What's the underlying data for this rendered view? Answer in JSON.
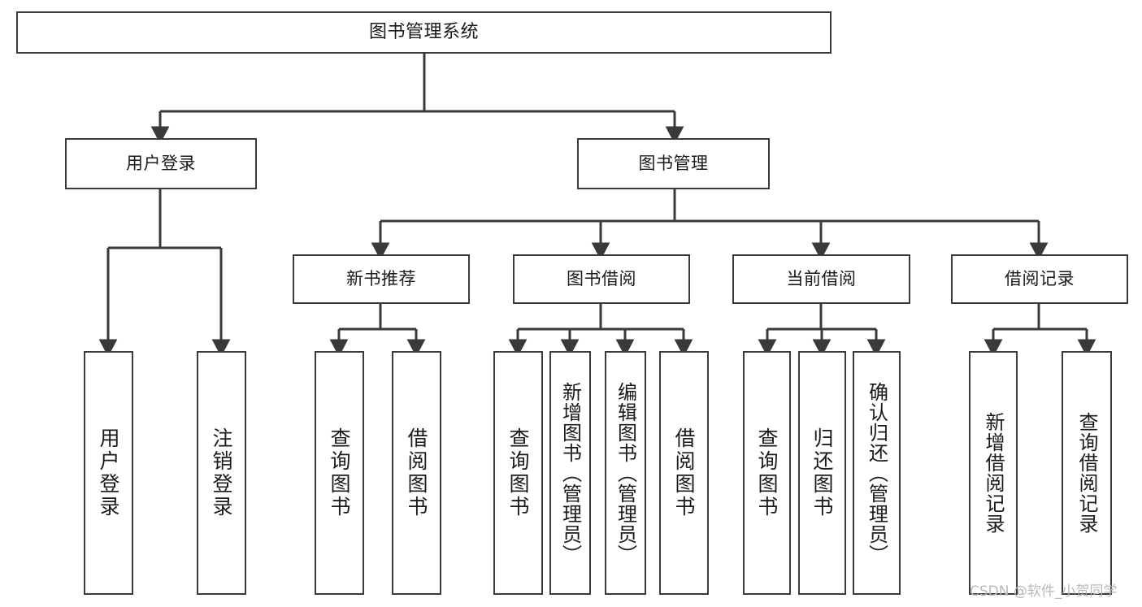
{
  "diagram": {
    "title": "图书管理系统",
    "watermark": "CSDN @软件_小贺同学",
    "colors": {
      "box_border": "#3a3a3a",
      "box_fill": "#ffffff",
      "edge": "#3a3a3a",
      "text": "#1a1a1a",
      "watermark": "#b9b9b9",
      "background": "#ffffff"
    },
    "nodes": {
      "root": {
        "label": "图书管理系统"
      },
      "level2": [
        {
          "id": "user-login",
          "label": "用户登录"
        },
        {
          "id": "book-manage",
          "label": "图书管理"
        }
      ],
      "level3": [
        {
          "id": "new-book-recommend",
          "label": "新书推荐"
        },
        {
          "id": "book-borrow",
          "label": "图书借阅"
        },
        {
          "id": "current-borrow",
          "label": "当前借阅"
        },
        {
          "id": "borrow-record",
          "label": "借阅记录"
        }
      ],
      "leaves": {
        "user-login": [
          {
            "id": "leaf-user-login",
            "label": "用户登录"
          },
          {
            "id": "leaf-logout-login",
            "label": "注销登录"
          }
        ],
        "new-book-recommend": [
          {
            "id": "leaf-query-book-1",
            "label": "查询图书"
          },
          {
            "id": "leaf-borrow-book-1",
            "label": "借阅图书"
          }
        ],
        "book-borrow": [
          {
            "id": "leaf-query-book-2",
            "label": "查询图书"
          },
          {
            "id": "leaf-add-book-admin",
            "label": "新增图书（管理员）"
          },
          {
            "id": "leaf-edit-book-admin",
            "label": "编辑图书（管理员）"
          },
          {
            "id": "leaf-borrow-book-2",
            "label": "借阅图书"
          }
        ],
        "current-borrow": [
          {
            "id": "leaf-query-book-3",
            "label": "查询图书"
          },
          {
            "id": "leaf-return-book",
            "label": "归还图书"
          },
          {
            "id": "leaf-confirm-return-admin",
            "label": "确认归还（管理员）"
          }
        ],
        "borrow-record": [
          {
            "id": "leaf-add-borrow-record",
            "label": "新增借阅记录"
          },
          {
            "id": "leaf-query-borrow-record",
            "label": "查询借阅记录"
          }
        ]
      }
    }
  }
}
